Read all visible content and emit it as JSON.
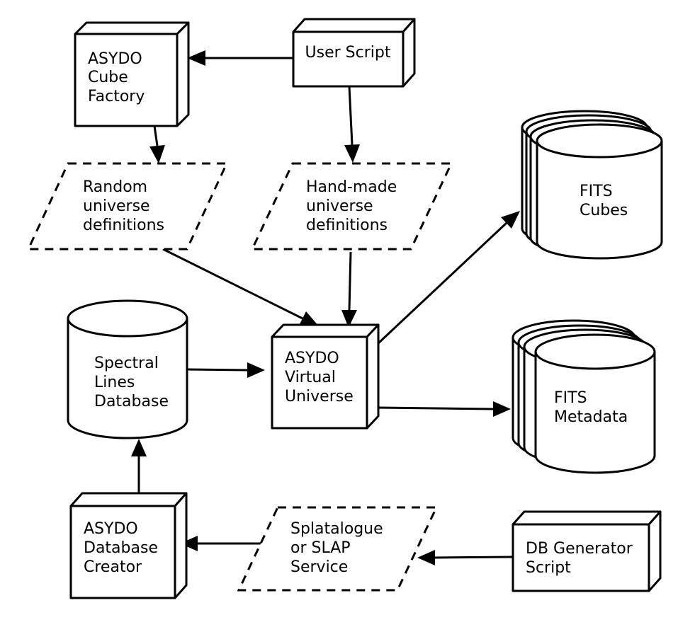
{
  "nodes": {
    "user_script": [
      "User Script"
    ],
    "cube_factory": [
      "ASYDO",
      "Cube",
      "Factory"
    ],
    "random_defs": [
      "Random",
      "universe",
      "definitions"
    ],
    "handmade_defs": [
      "Hand-made",
      "universe",
      "definitions"
    ],
    "fits_cubes": [
      "FITS",
      "Cubes"
    ],
    "spectral_db": [
      "Spectral",
      "Lines",
      "Database"
    ],
    "virtual_universe": [
      "ASYDO",
      "Virtual",
      "Universe"
    ],
    "fits_metadata": [
      "FITS",
      "Metadata"
    ],
    "db_creator": [
      "ASYDO",
      "Database",
      "Creator"
    ],
    "splatalogue": [
      "Splatalogue",
      "or SLAP",
      "Service"
    ],
    "db_generator": [
      "DB Generator",
      "Script"
    ]
  },
  "edges": [
    {
      "from": "user_script",
      "to": "cube_factory"
    },
    {
      "from": "user_script",
      "to": "handmade_defs"
    },
    {
      "from": "cube_factory",
      "to": "random_defs"
    },
    {
      "from": "random_defs",
      "to": "virtual_universe"
    },
    {
      "from": "handmade_defs",
      "to": "virtual_universe"
    },
    {
      "from": "virtual_universe",
      "to": "fits_cubes"
    },
    {
      "from": "virtual_universe",
      "to": "fits_metadata"
    },
    {
      "from": "spectral_db",
      "to": "virtual_universe"
    },
    {
      "from": "db_creator",
      "to": "spectral_db"
    },
    {
      "from": "splatalogue",
      "to": "db_creator"
    },
    {
      "from": "db_generator",
      "to": "splatalogue"
    }
  ],
  "colors": {
    "stroke": "#000000",
    "fill": "#ffffff"
  }
}
